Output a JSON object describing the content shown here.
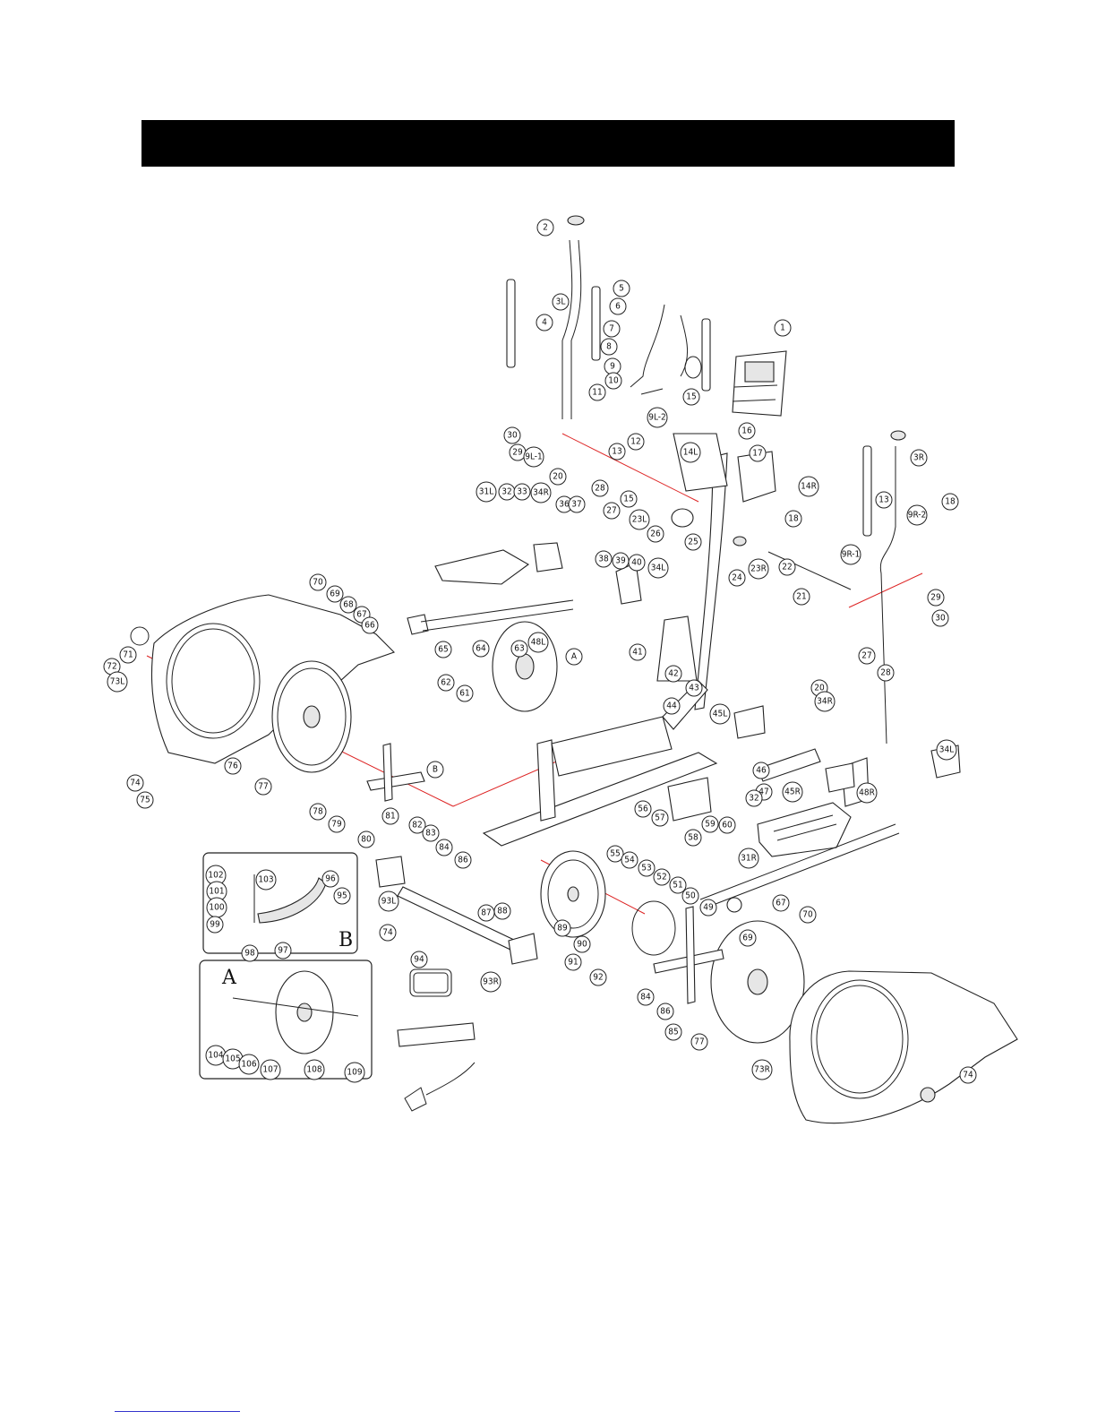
{
  "callouts": [
    {
      "label": "1"
    },
    {
      "label": "2"
    },
    {
      "label": "3L"
    },
    {
      "label": "4"
    },
    {
      "label": "5"
    },
    {
      "label": "6"
    },
    {
      "label": "7"
    },
    {
      "label": "8"
    },
    {
      "label": "9"
    },
    {
      "label": "10"
    },
    {
      "label": "11"
    },
    {
      "label": "9L-2"
    },
    {
      "label": "12"
    },
    {
      "label": "13"
    },
    {
      "label": "30"
    },
    {
      "label": "29"
    },
    {
      "label": "9L-1"
    },
    {
      "label": "20"
    },
    {
      "label": "28"
    },
    {
      "label": "15"
    },
    {
      "label": "14L"
    },
    {
      "label": "16"
    },
    {
      "label": "17"
    },
    {
      "label": "14R"
    },
    {
      "label": "18"
    },
    {
      "label": "15"
    },
    {
      "label": "23L"
    },
    {
      "label": "26"
    },
    {
      "label": "25"
    },
    {
      "label": "24"
    },
    {
      "label": "27"
    },
    {
      "label": "3R"
    },
    {
      "label": "9R-2"
    },
    {
      "label": "13"
    },
    {
      "label": "18"
    },
    {
      "label": "23R"
    },
    {
      "label": "22"
    },
    {
      "label": "9R-1"
    },
    {
      "label": "21"
    },
    {
      "label": "29"
    },
    {
      "label": "30"
    },
    {
      "label": "20"
    },
    {
      "label": "28"
    },
    {
      "label": "27"
    },
    {
      "label": "31L"
    },
    {
      "label": "32"
    },
    {
      "label": "33"
    },
    {
      "label": "34R"
    },
    {
      "label": "36"
    },
    {
      "label": "37"
    },
    {
      "label": "38"
    },
    {
      "label": "39"
    },
    {
      "label": "40"
    },
    {
      "label": "34L"
    },
    {
      "label": "70"
    },
    {
      "label": "69"
    },
    {
      "label": "68"
    },
    {
      "label": "67"
    },
    {
      "label": "66"
    },
    {
      "label": "65"
    },
    {
      "label": "64"
    },
    {
      "label": "63"
    },
    {
      "label": "48L"
    },
    {
      "label": "41"
    },
    {
      "label": "42"
    },
    {
      "label": "43"
    },
    {
      "label": "44"
    },
    {
      "label": "45L"
    },
    {
      "label": "46"
    },
    {
      "label": "47"
    },
    {
      "label": "45R"
    },
    {
      "label": "34R"
    },
    {
      "label": "34L"
    },
    {
      "label": "71"
    },
    {
      "label": "72"
    },
    {
      "label": "73L"
    },
    {
      "label": "74"
    },
    {
      "label": "75"
    },
    {
      "label": "76"
    },
    {
      "label": "77"
    },
    {
      "label": "62"
    },
    {
      "label": "61"
    },
    {
      "label": "A"
    },
    {
      "label": "B"
    },
    {
      "label": "78"
    },
    {
      "label": "79"
    },
    {
      "label": "80"
    },
    {
      "label": "81"
    },
    {
      "label": "82"
    },
    {
      "label": "83"
    },
    {
      "label": "84"
    },
    {
      "label": "86"
    },
    {
      "label": "56"
    },
    {
      "label": "57"
    },
    {
      "label": "58"
    },
    {
      "label": "59"
    },
    {
      "label": "60"
    },
    {
      "label": "32"
    },
    {
      "label": "48R"
    },
    {
      "label": "31R"
    },
    {
      "label": "55"
    },
    {
      "label": "54"
    },
    {
      "label": "53"
    },
    {
      "label": "52"
    },
    {
      "label": "51"
    },
    {
      "label": "50"
    },
    {
      "label": "49"
    },
    {
      "label": "67"
    },
    {
      "label": "69"
    },
    {
      "label": "70"
    },
    {
      "label": "87"
    },
    {
      "label": "88"
    },
    {
      "label": "89"
    },
    {
      "label": "90"
    },
    {
      "label": "91"
    },
    {
      "label": "92"
    },
    {
      "label": "84"
    },
    {
      "label": "86"
    },
    {
      "label": "85"
    },
    {
      "label": "77"
    },
    {
      "label": "73R"
    },
    {
      "label": "74"
    },
    {
      "label": "93L"
    },
    {
      "label": "74"
    },
    {
      "label": "94"
    },
    {
      "label": "93R"
    },
    {
      "label": "102"
    },
    {
      "label": "103"
    },
    {
      "label": "96"
    },
    {
      "label": "95"
    },
    {
      "label": "101"
    },
    {
      "label": "100"
    },
    {
      "label": "99"
    },
    {
      "label": "98"
    },
    {
      "label": "97"
    },
    {
      "label": "104"
    },
    {
      "label": "105"
    },
    {
      "label": "106"
    },
    {
      "label": "107"
    },
    {
      "label": "108"
    },
    {
      "label": "109"
    }
  ],
  "insets": [
    {
      "letter": "B"
    },
    {
      "letter": "A"
    }
  ]
}
